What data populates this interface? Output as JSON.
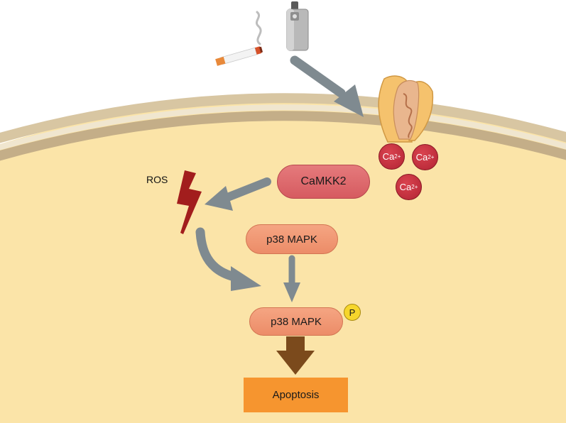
{
  "nodes": {
    "camkk2": "CaMKK2",
    "p38_mapk": "p38 MAPK",
    "p38_mapk_phospho": "p38 MAPK",
    "phospho_badge": "P",
    "apoptosis": "Apoptosis",
    "ros": "ROS"
  },
  "calcium_ion": {
    "symbol": "Ca",
    "charge": "2+"
  },
  "icons": [
    "cigarette-icon",
    "e-cigarette-icon",
    "ion-channel-icon",
    "lightning-bolt-icon"
  ],
  "colors": {
    "cytoplasm": "#fbe4a8",
    "membrane": "#cbb896",
    "camkk2": "#de6a6e",
    "p38": "#f29a76",
    "calcium": "#c22f3c",
    "phospho": "#f6d62c",
    "apoptosis": "#f6952f",
    "ros_bolt": "#9b1c1c",
    "arrow_gray": "#7f8a90",
    "arrow_brown": "#7b4a1c"
  }
}
